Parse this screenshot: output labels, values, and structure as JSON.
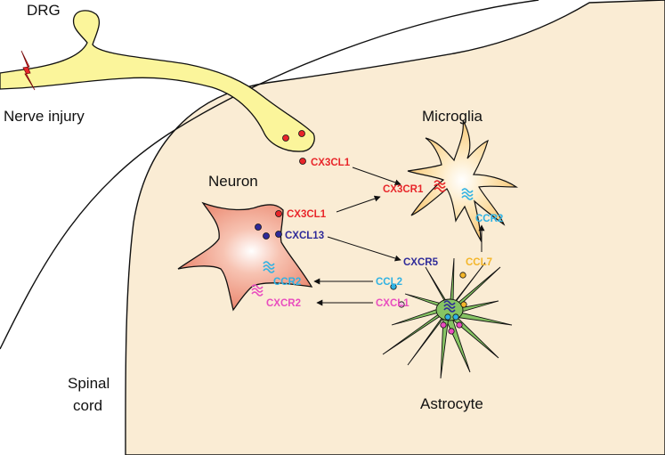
{
  "labels": {
    "drg": "DRG",
    "nerve_injury": "Nerve injury",
    "microglia": "Microglia",
    "neuron": "Neuron",
    "astrocyte": "Astrocyte",
    "spinal_cord_line1": "Spinal",
    "spinal_cord_line2": "cord"
  },
  "molecules": {
    "cx3cl1_drg": "CX3CL1",
    "cx3cr1": "CX3CR1",
    "cx3cl1_neuron": "CX3CL1",
    "cxcl13": "CXCL13",
    "cxcr5": "CXCR5",
    "ccr2_microglia": "CCR2",
    "ccl7": "CCL7",
    "ccr2_neuron": "CCR2",
    "ccl2": "CCL2",
    "cxcr2": "CXCR2",
    "cxcl1": "CXCL1"
  },
  "colors": {
    "spinal_tissue": "#faecd4",
    "drg_neuron": "#fbf59b",
    "neuron_body": "#ee9178",
    "microglia": "#f7c46a",
    "astrocyte": "#86c463",
    "lightning": "#e8262a",
    "cx3cl1": "#e8262a",
    "cxcl13": "#2e2a99",
    "ccr2": "#2fb2e3",
    "ccl7": "#f4b62a",
    "cxcr2": "#e94dbf",
    "cxcl1": "#e94dbf"
  }
}
